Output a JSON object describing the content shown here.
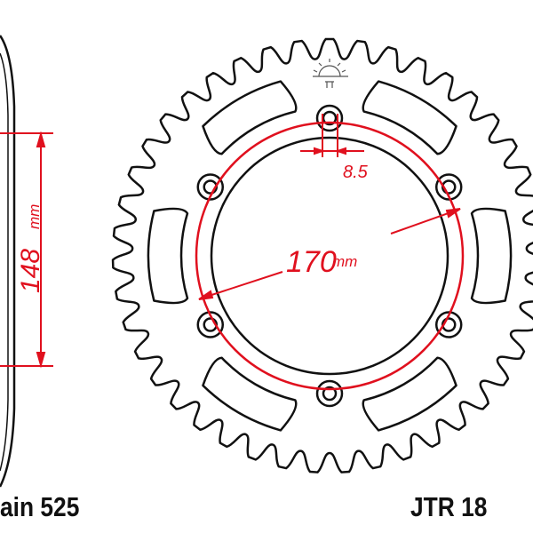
{
  "dimensions": {
    "height_value": "148",
    "height_unit": "mm",
    "bolt_circle_value": "170",
    "bolt_circle_unit": "mm",
    "bolt_hole_value": "8.5"
  },
  "labels": {
    "chain": "ain 525",
    "part_number": "JTR 18"
  },
  "colors": {
    "dimension": "#e0101e",
    "outline": "#111111"
  },
  "sprocket": {
    "bolt_holes": 6,
    "lightening_slots": 6
  }
}
